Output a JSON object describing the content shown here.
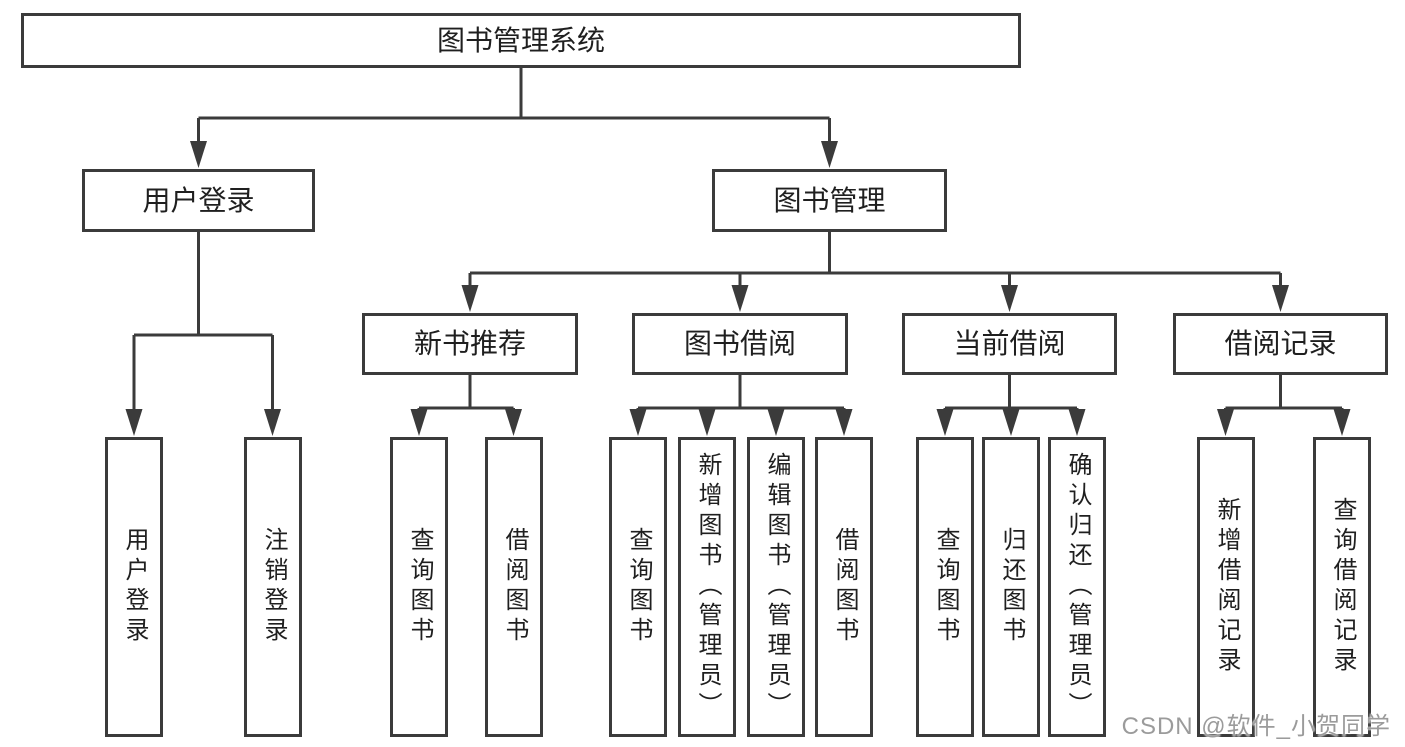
{
  "colors": {
    "line": "#3b3b3b",
    "box_border": "#3b3b3b",
    "text": "#1f1f1f",
    "background": "#ffffff",
    "watermark_text": "#9b9b9b"
  },
  "watermark": {
    "text": "CSDN @软件_小贺同学"
  },
  "tree": {
    "root": {
      "label": "图书管理系统"
    },
    "level2": [
      {
        "label": "用户登录"
      },
      {
        "label": "图书管理"
      }
    ],
    "level3": [
      {
        "label": "新书推荐",
        "parent": "图书管理"
      },
      {
        "label": "图书借阅",
        "parent": "图书管理"
      },
      {
        "label": "当前借阅",
        "parent": "图书管理"
      },
      {
        "label": "借阅记录",
        "parent": "图书管理"
      }
    ],
    "leaves": [
      {
        "label": "用户登录",
        "parent": "用户登录"
      },
      {
        "label": "注销登录",
        "parent": "用户登录"
      },
      {
        "label": "查询图书",
        "parent": "新书推荐"
      },
      {
        "label": "借阅图书",
        "parent": "新书推荐"
      },
      {
        "label": "查询图书",
        "parent": "图书借阅"
      },
      {
        "label": "新增图书（管理员）",
        "parent": "图书借阅"
      },
      {
        "label": "编辑图书（管理员）",
        "parent": "图书借阅"
      },
      {
        "label": "借阅图书",
        "parent": "图书借阅"
      },
      {
        "label": "查询图书",
        "parent": "当前借阅"
      },
      {
        "label": "归还图书",
        "parent": "当前借阅"
      },
      {
        "label": "确认归还（管理员）",
        "parent": "当前借阅"
      },
      {
        "label": "新增借阅记录",
        "parent": "借阅记录"
      },
      {
        "label": "查询借阅记录",
        "parent": "借阅记录"
      }
    ]
  }
}
